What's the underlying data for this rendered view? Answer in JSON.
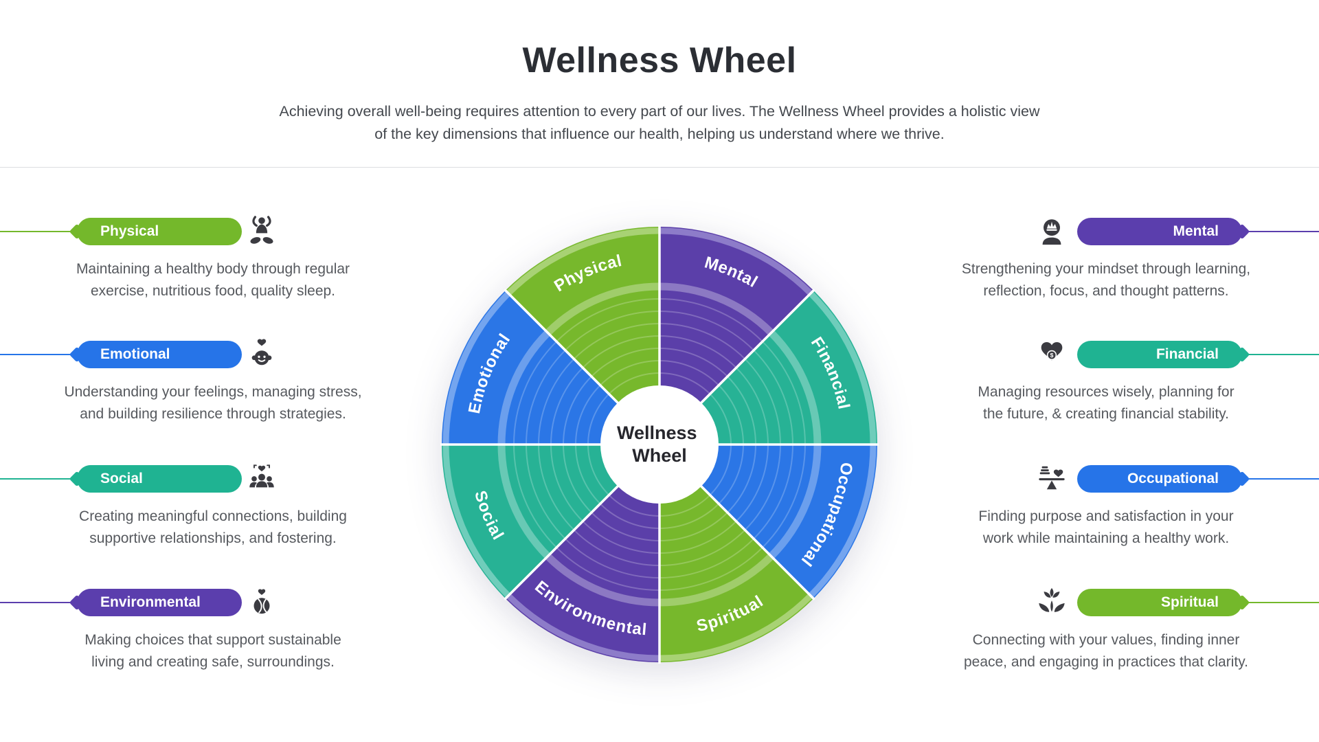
{
  "header": {
    "title": "Wellness Wheel",
    "subtitle_line1": "Achieving overall well-being requires attention to every part of our lives. The Wellness Wheel provides a holistic view",
    "subtitle_line2": "of the key dimensions that influence our health, helping us understand where we thrive."
  },
  "palette": {
    "green": "#74b82b",
    "blue": "#2674e8",
    "teal": "#1fb392",
    "purple": "#5b3ead"
  },
  "wheel": {
    "center_line1": "Wellness",
    "center_line2": "Wheel",
    "segments": [
      {
        "name": "Mental",
        "color": "#5b3fa9",
        "light": "#8d7cc9"
      },
      {
        "name": "Financial",
        "color": "#27b295",
        "light": "#6fcdbb"
      },
      {
        "name": "Occupational",
        "color": "#2b76e6",
        "light": "#74a5ef"
      },
      {
        "name": "Spiritual",
        "color": "#77b82c",
        "light": "#a8d274"
      },
      {
        "name": "Environmental",
        "color": "#5b3fa9",
        "light": "#8d7cc9"
      },
      {
        "name": "Social",
        "color": "#27b295",
        "light": "#6fcdbb"
      },
      {
        "name": "Emotional",
        "color": "#2b76e6",
        "light": "#74a5ef"
      },
      {
        "name": "Physical",
        "color": "#77b82c",
        "light": "#a8d274"
      }
    ]
  },
  "left_items": [
    {
      "label": "Physical",
      "color": "#74b82b",
      "icon": "meditation-icon",
      "desc_line1": "Maintaining a healthy body through regular",
      "desc_line2": "exercise, nutritious food, quality sleep."
    },
    {
      "label": "Emotional",
      "color": "#2674e8",
      "icon": "emotional-face-icon",
      "desc_line1": "Understanding your feelings, managing stress,",
      "desc_line2": "and building resilience through strategies."
    },
    {
      "label": "Social",
      "color": "#1fb392",
      "icon": "people-group-icon",
      "desc_line1": "Creating meaningful connections, building",
      "desc_line2": "supportive relationships, and fostering."
    },
    {
      "label": "Environmental",
      "color": "#5b3ead",
      "icon": "globe-heart-icon",
      "desc_line1": "Making choices that support sustainable",
      "desc_line2": "living and creating safe, surroundings."
    }
  ],
  "right_items": [
    {
      "label": "Mental",
      "color": "#5b3ead",
      "icon": "mind-crown-icon",
      "desc_line1": "Strengthening your mindset through learning,",
      "desc_line2": "reflection, focus, and thought patterns."
    },
    {
      "label": "Financial",
      "color": "#1fb392",
      "icon": "heart-dollar-icon",
      "desc_line1": "Managing resources wisely, planning for",
      "desc_line2": "the future, & creating financial stability."
    },
    {
      "label": "Occupational",
      "color": "#2674e8",
      "icon": "balance-heart-icon",
      "desc_line1": "Finding purpose and satisfaction in your",
      "desc_line2": "work while maintaining a healthy work."
    },
    {
      "label": "Spiritual",
      "color": "#74b82b",
      "icon": "lotus-hands-icon",
      "desc_line1": "Connecting with your values, finding inner",
      "desc_line2": "peace, and engaging in practices that clarity."
    }
  ],
  "icons": {
    "dollar": "$"
  }
}
